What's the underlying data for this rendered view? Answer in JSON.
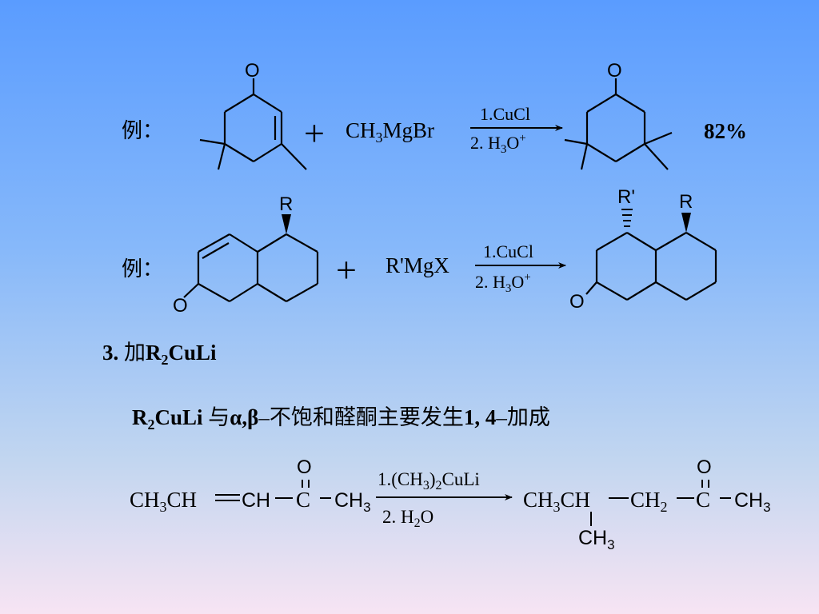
{
  "example1": {
    "label": "例：",
    "plus": "+",
    "reagent": {
      "a": "CH",
      "b": "3",
      "c": "MgBr"
    },
    "conditions": {
      "line1": "1.CuCl",
      "line2a": "2. H",
      "line2b": "3",
      "line2c": "O",
      "line2d": "+"
    },
    "atom_O_reactant": "O",
    "atom_O_product": "O",
    "yield": "82%"
  },
  "example2": {
    "label": "例：",
    "plus": "+",
    "reagent": "R'MgX",
    "conditions": {
      "line1": "1.CuCl",
      "line2a": "2. H",
      "line2b": "3",
      "line2c": "O",
      "line2d": "+"
    },
    "atom_R_reactant": "R",
    "atom_O_reactant": "O",
    "atom_Rp_product": "R'",
    "atom_R_product": "R",
    "atom_O_product": "O"
  },
  "section3": {
    "num": "3. ",
    "pre": "加",
    "r": "R",
    "sub": "2",
    "post": "CuLi"
  },
  "statement": {
    "r": "R",
    "sub": "2",
    "cu": "CuLi ",
    "yu": "与",
    "ab": "α,β",
    "dash1": "–",
    "mid": "不饱和醛酮主要发生",
    "num": "1, 4",
    "dash2": "–",
    "end": "加成"
  },
  "reaction3": {
    "r_ch3a": "CH",
    "r_3a": "3",
    "r_ch1": "CH",
    "r_dbl": "═",
    "r_ch2": "CH",
    "r_c": "C",
    "r_ch3b": "CH",
    "r_3b": "3",
    "r_o": "O",
    "cond1a": "1.(CH",
    "cond1b": "3",
    "cond1c": ")",
    "cond1d": "2",
    "cond1e": "CuLi",
    "cond2a": "2. H",
    "cond2b": "2",
    "cond2c": "O",
    "p_ch3a": "CH",
    "p_3a": "3",
    "p_ch": "CH",
    "p_ch2": "CH",
    "p_2": "2",
    "p_c": "C",
    "p_ch3b": "CH",
    "p_3b": "3",
    "p_o": "O",
    "p_ch3c": "CH",
    "p_3c": "3"
  }
}
